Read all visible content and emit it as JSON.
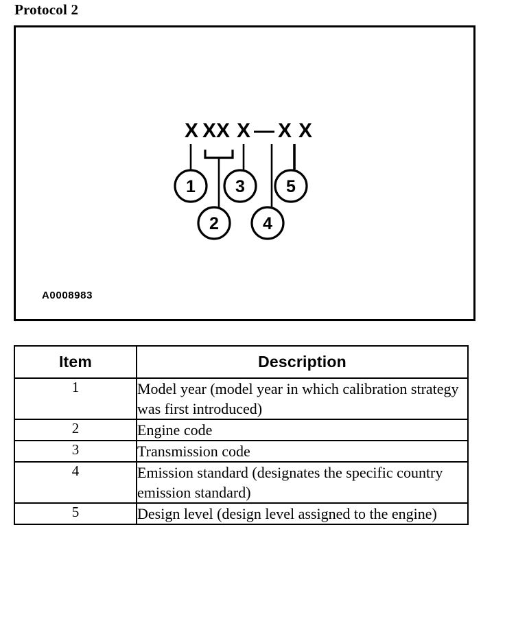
{
  "page": {
    "title": "Protocol 2"
  },
  "figure": {
    "id_label": "A0008983",
    "code_pattern": {
      "segments": [
        "X",
        "XX",
        "X",
        "—",
        "X",
        "X"
      ],
      "full_text": "X XX X—X X"
    },
    "callouts": [
      {
        "number": "1",
        "row": "upper"
      },
      {
        "number": "2",
        "row": "lower"
      },
      {
        "number": "3",
        "row": "upper"
      },
      {
        "number": "4",
        "row": "lower"
      },
      {
        "number": "5",
        "row": "upper"
      }
    ]
  },
  "table": {
    "headers": {
      "item": "Item",
      "description": "Description"
    },
    "rows": [
      {
        "item": "1",
        "description": "Model year (model year in which calibration strategy was first introduced)"
      },
      {
        "item": "2",
        "description": "Engine code"
      },
      {
        "item": "3",
        "description": "Transmission code"
      },
      {
        "item": "4",
        "description": "Emission standard (designates the specific country emission standard)"
      },
      {
        "item": "5",
        "description": "Design level (design level assigned to the engine)"
      }
    ]
  },
  "colors": {
    "ink": "#000000",
    "paper": "#ffffff"
  }
}
